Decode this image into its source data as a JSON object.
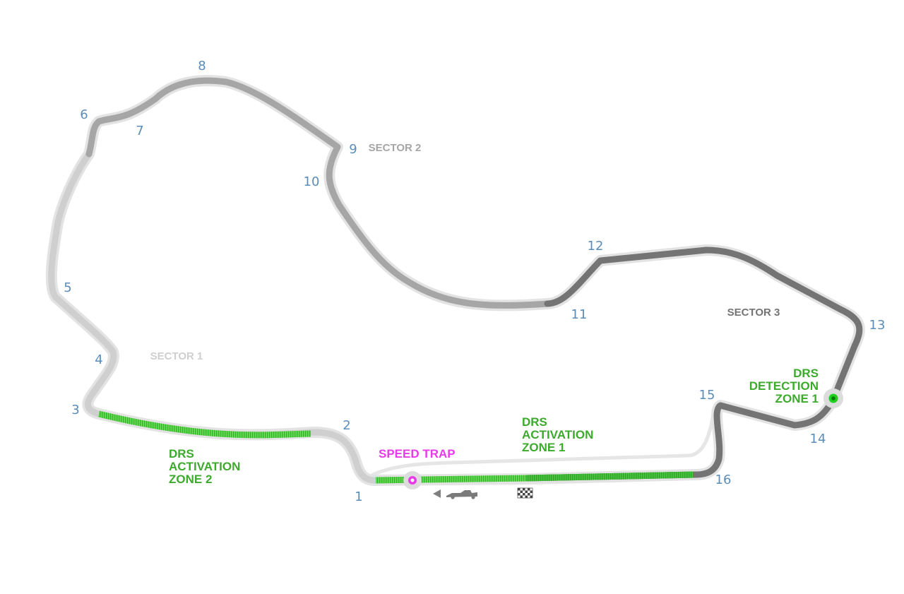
{
  "colors": {
    "track_outline": "#e3e3e3",
    "sector1": "#cfcfcf",
    "sector2": "#a6a6a6",
    "sector3": "#747474",
    "drs": "#33cc33",
    "drs_text": "#3daa2e",
    "speed_trap": "#e83ae8",
    "turn_number": "#5b8db8",
    "pit_lane": "#e6e6e6"
  },
  "turns": [
    "1",
    "2",
    "3",
    "4",
    "5",
    "6",
    "7",
    "8",
    "9",
    "10",
    "11",
    "12",
    "13",
    "14",
    "15",
    "16"
  ],
  "sectors": {
    "s1": "SECTOR 1",
    "s2": "SECTOR 2",
    "s3": "SECTOR 3"
  },
  "drs": {
    "activation_zone_1": [
      "DRS",
      "ACTIVATION",
      "ZONE 1"
    ],
    "activation_zone_2": [
      "DRS",
      "ACTIVATION",
      "ZONE 2"
    ],
    "detection_zone_1": [
      "DRS",
      "DETECTION",
      "ZONE 1"
    ]
  },
  "speed_trap": "SPEED TRAP",
  "icons": {
    "direction": "direction-arrow-icon",
    "car": "f1-car-icon",
    "finish": "chequered-flag-icon"
  }
}
